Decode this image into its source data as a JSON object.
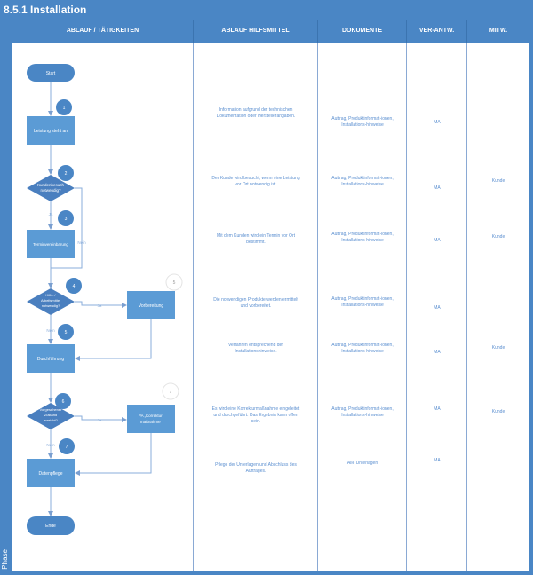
{
  "title": "8.5.1 Installation",
  "phase_label": "Phase",
  "columns": [
    "ABLAUF / TÄTIGKEITEN",
    "ABLAUF HILFSMITTEL",
    "DOKUMENTE",
    "VER-ANTW.",
    "MITW."
  ],
  "colors": {
    "header": "#4a86c5",
    "shape": "#5b9bd5",
    "decision": "#4a7fbf",
    "text": "#5b8fd0"
  },
  "flow": {
    "start": "Start",
    "end": "Ende",
    "steps": [
      "Leistung steht an",
      "Terminvereinbarung",
      "Vorbereitung",
      "Durchführung",
      "PA „Korrektur-maßnahme“",
      "Datenpflege"
    ],
    "decisions": [
      "Kundenbesuch notwendig?",
      "Hilfs- / Arbeitsmittel notwendig?",
      "Vorgesehener Zustand erreicht?"
    ],
    "numbers": [
      "1",
      "2",
      "3",
      "4",
      "5",
      "5",
      "6",
      "7",
      "7"
    ],
    "yes": "Ja",
    "no": "Nein"
  },
  "rows": [
    {
      "hilfsmittel": "Information aufgrund der technischen Dokumentation oder Herstellerangaben.",
      "dokumente": "Auftrag, Produktinformat-ionen, Installations-hinweise",
      "verantw": "MA",
      "mitw": ""
    },
    {
      "hilfsmittel": "Der Kunde wird besucht, wenn eine Leistung vor Ort notwendig ist.",
      "dokumente": "Auftrag, Produktinformat-ionen, Installations-hinweise",
      "verantw": "MA",
      "mitw": "Kunde"
    },
    {
      "hilfsmittel": "Mit dem Kunden wird ein Termin vor Ort bestimmt.",
      "dokumente": "Auftrag, Produktinformat-ionen, Installations-hinweise",
      "verantw": "MA",
      "mitw": "Kunde"
    },
    {
      "hilfsmittel": "Die notwendigen Produkte werden ermittelt und vorbereitet.",
      "dokumente": "Auftrag, Produktinformat-ionen, Installations-hinweise",
      "verantw": "MA",
      "mitw": ""
    },
    {
      "hilfsmittel": "Verfahren entsprechend der Installationshinweise.",
      "dokumente": "Auftrag, Produktinformat-ionen, Installations-hinweise",
      "verantw": "MA",
      "mitw": "Kunde"
    },
    {
      "hilfsmittel": "Es wird eine Korrekturmaßnahme eingeleitet und durchgeführt. Das Ergebnis kann offen sein.",
      "dokumente": "Auftrag, Produktinformat-ionen, Installations-hinweise",
      "verantw": "MA",
      "mitw": "Kunde"
    },
    {
      "hilfsmittel": "Pflege der Unterlagen und Abschluss des Auftrages.",
      "dokumente": "Alle Unterlagen",
      "verantw": "MA",
      "mitw": ""
    }
  ]
}
